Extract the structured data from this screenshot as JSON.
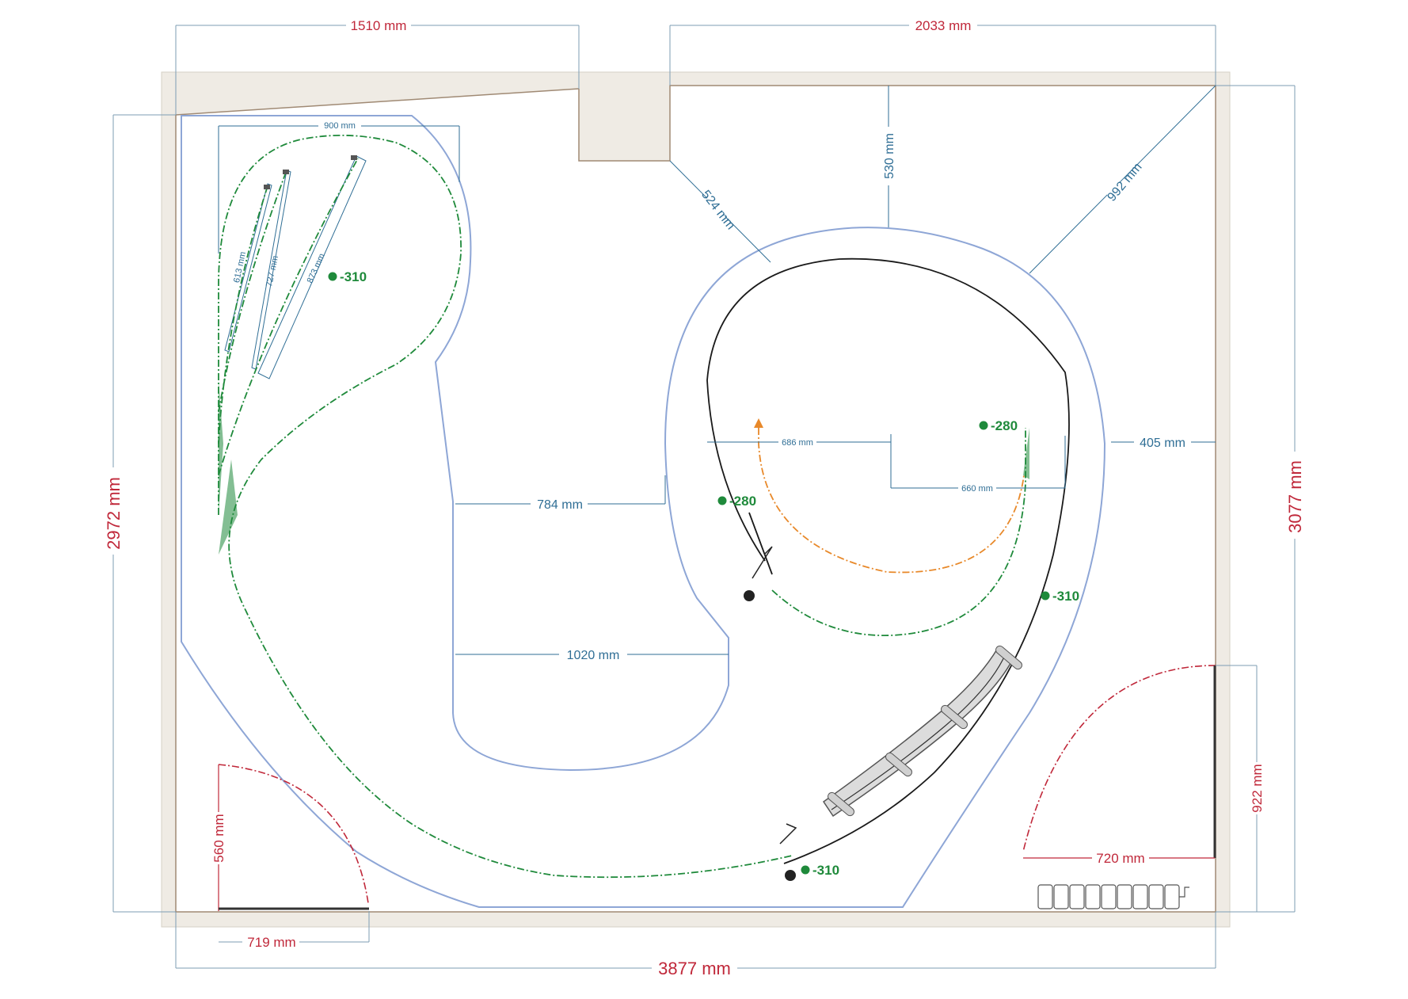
{
  "plan": {
    "room": {
      "top_left_width": "1510 mm",
      "top_right_width": "2033 mm",
      "bottom_width": "3877 mm",
      "left_height": "2972 mm",
      "right_height": "3077 mm"
    },
    "clearances": {
      "alcove_diag": "524 mm",
      "alcove_to_loop": "530 mm",
      "corner_diag": "992 mm",
      "loop_to_wall": "405 mm",
      "aisle_upper": "784 mm",
      "aisle_lower": "1020 mm"
    },
    "siding": {
      "width": "900 mm",
      "track1": "613 mm",
      "track2": "727 mm",
      "track3": "873 mm"
    },
    "loop_radii": {
      "left": "686 mm",
      "right": "660 mm"
    },
    "elevations": {
      "siding_area": "-310",
      "inner_top_right": "-280",
      "inner_left": "-280",
      "outer_right": "-310",
      "bottom_turnout": "-310"
    },
    "doors": {
      "left_swing": "560 mm",
      "left_width": "719 mm",
      "right_swing": "922 mm",
      "right_width": "720 mm"
    },
    "colors": {
      "dimension_red": "#c0283a",
      "dimension_blue": "#2f6e95",
      "track_green": "#1f8a3b",
      "track_orange": "#e8892a",
      "benchwork_outline": "#8ea6d6",
      "wall_fill": "#efebe4"
    },
    "icons": [
      "radiator-icon",
      "bumper-icon",
      "turnout-motor-icon",
      "bridge-icon"
    ]
  }
}
